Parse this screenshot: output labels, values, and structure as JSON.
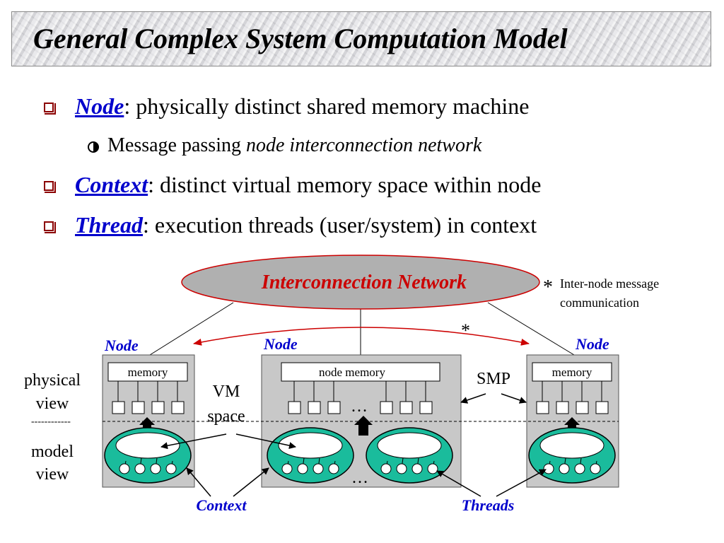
{
  "title": "General Complex System Computation Model",
  "bullets": [
    {
      "term": "Node",
      "text": ": physically distinct shared memory machine"
    },
    {
      "term": "Context",
      "text": ": distinct virtual memory space within node"
    },
    {
      "term": "Thread",
      "text": ": execution threads (user/system) in context"
    }
  ],
  "sub_bullet": {
    "plain": "Message passing ",
    "italic": "node interconnection network"
  },
  "diagram": {
    "network_label": "Interconnection Network",
    "star": "*",
    "legend_star": "*",
    "legend_line1": "Inter-node message",
    "legend_line2": "communication",
    "node_label_left": "Node",
    "node_label_center": "Node",
    "node_label_right": "Node",
    "memory_left": "memory",
    "memory_center": "node memory",
    "memory_right": "memory",
    "ellipsis_top": "…",
    "ellipsis_bottom": "…",
    "physical_line1": "physical",
    "physical_line2": "view",
    "divider": "------------",
    "model_line1": "model",
    "model_line2": "view",
    "vm_line1": "VM",
    "vm_line2": "space",
    "smp": "SMP",
    "context_label": "Context",
    "threads_label": "Threads"
  },
  "colors": {
    "term": "#0000cc",
    "network_text": "#cc0000",
    "arrow_red": "#cc0000",
    "context_fill": "#1abc9c",
    "node_box": "#c8c8c8",
    "network_fill": "#b0b0b0"
  }
}
